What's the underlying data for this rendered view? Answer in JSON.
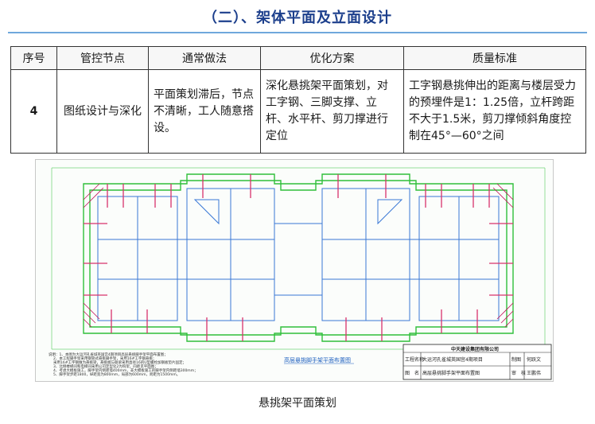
{
  "header": {
    "title": "（二）、架体平面及立面设计"
  },
  "table": {
    "columns": [
      "序号",
      "管控节点",
      "通常做法",
      "优化方案",
      "质量标准"
    ],
    "rows": [
      {
        "no": "4",
        "node": "图纸设计与深化",
        "common": "平面策划滞后，节点不清晰，工人随意搭设。",
        "optimized": "深化悬挑架平面策划，对工字钢、三脚支撑、立杆、水平杆、剪刀撑进行定位",
        "standard": "工字钢悬挑伸出的距离与楼层受力的预埋件是1：1.25倍，立杆跨距不大于1.5米，剪刀撑倾斜角度控制在45°—60°之间"
      }
    ]
  },
  "drawing": {
    "plan_title": "高层悬挑脚手架平面布置图",
    "notes": [
      "说明：1、本图为大运河孔雀城英国宫4期项目高层悬挑脚手架平面布置图；",
      "2、本工程脚手架采用钢管式悬挑脚手架，采用16#工字钢悬挑；",
      "采用16#工字钢做为悬挑梁，悬挑端与联梁采用直径16的U型螺栓加钢板垫片固定；",
      "3、北侧楼梯间和电梯间采用公司定型化2为钩架，间距见平面图；",
      "4、考虑大模板施工，脚手架内侧距墙400mm，非大模板施工的脚手架内侧距墙300mm；",
      "5、脚手架步距1800，纵距宽为800mm，局部为600mm，跨距为1500mm。"
    ],
    "title_block": {
      "company": "中天建设集团有限公司",
      "project_label": "工程名称",
      "project": "大运河孔雀城英国宫4期项目",
      "drawn_label": "制图",
      "drawn_by": "何跃文",
      "drawing_label": "图　名",
      "drawing_name": "高层悬挑脚手架平面布置图",
      "review_label": "审　核",
      "reviewed_by": "王鹏伟"
    }
  },
  "caption": "悬挑架平面策划",
  "colors": {
    "title_blue": "#1c3f8c",
    "scaffold_green": "#2fbf3a",
    "beam_red": "#d8326b",
    "plan_blue": "#3a78d6"
  }
}
